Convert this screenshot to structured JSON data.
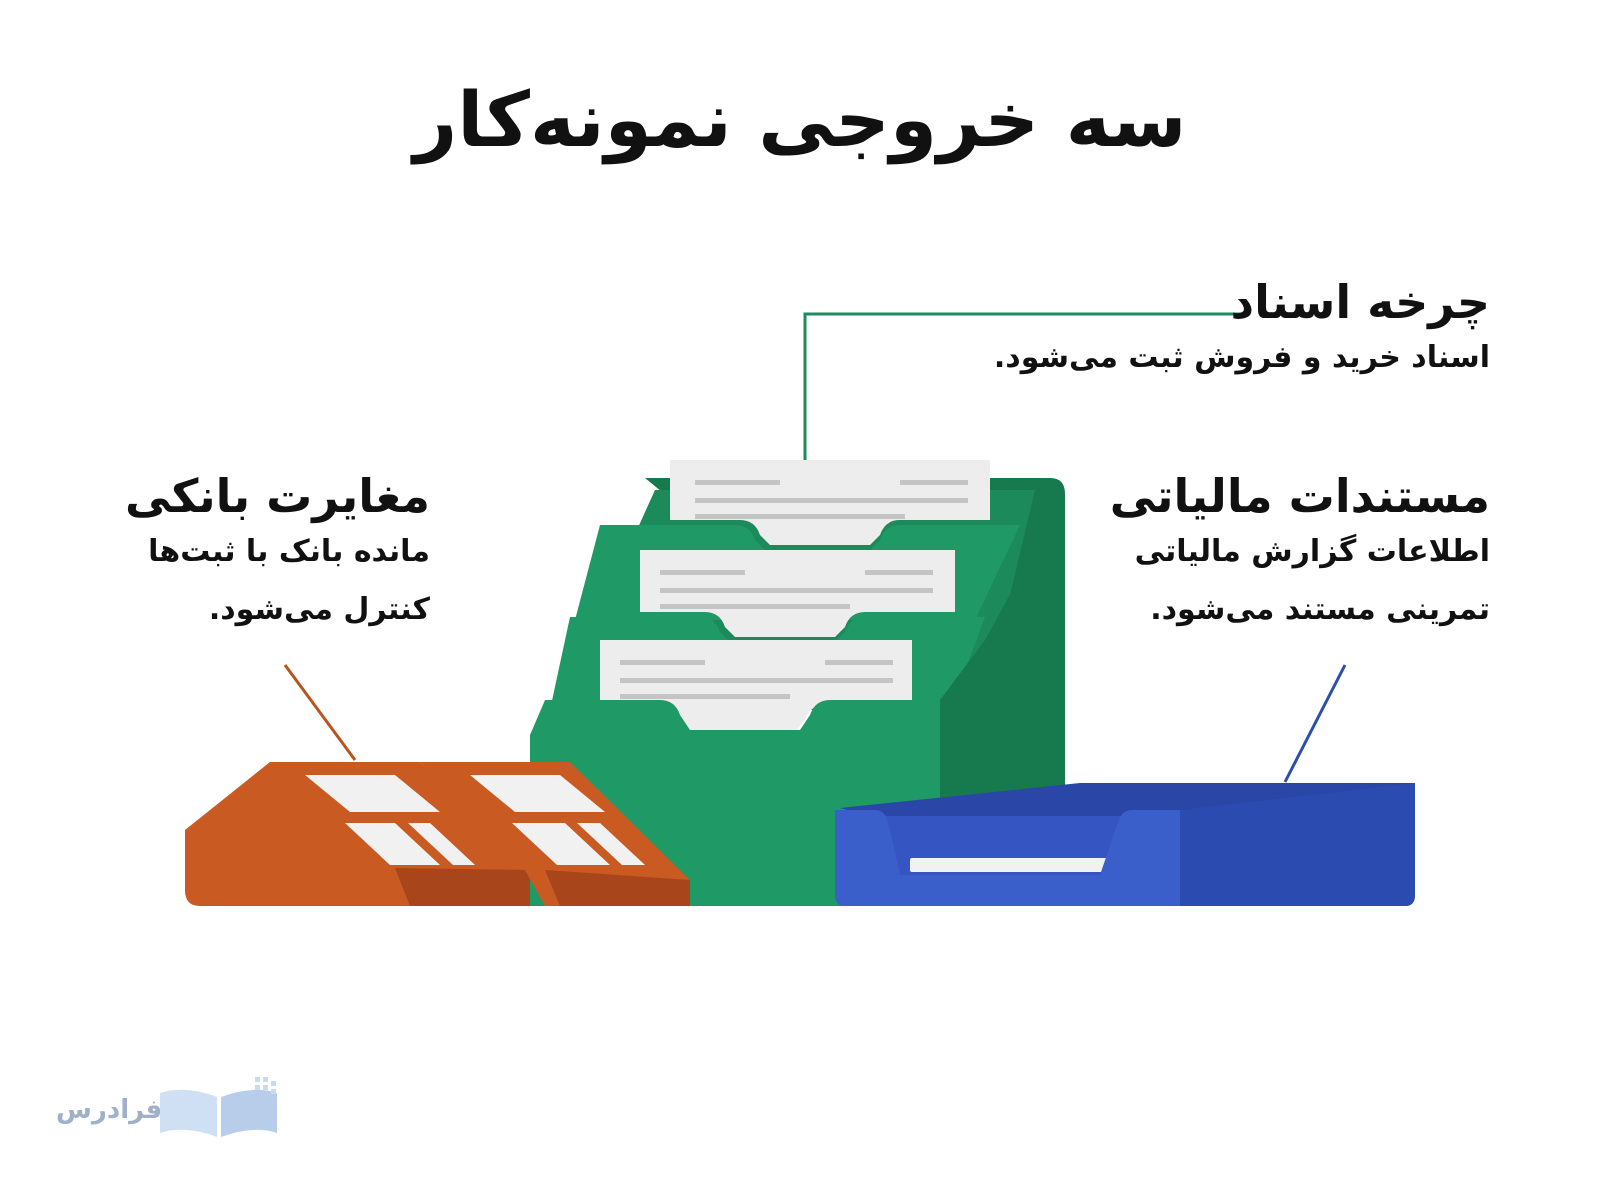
{
  "title": "سه خروجی نمونه‌کار",
  "callouts": {
    "doc_cycle": {
      "title": "چرخه اسناد",
      "lines": [
        "اسناد خرید و فروش ثبت می‌شود."
      ]
    },
    "tax_docs": {
      "title": "مستندات مالیاتی",
      "lines": [
        "اطلاعات گزارش مالیاتی",
        "تمرینی مستند می‌شود."
      ]
    },
    "bank": {
      "title": "مغایرت بانکی",
      "lines": [
        "مانده بانک با ثبت‌ها",
        "کنترل می‌شود."
      ]
    }
  },
  "colors": {
    "green_dark": "#177a4f",
    "green": "#1f9a66",
    "orange": "#c85a22",
    "orange_dark": "#a8451a",
    "blue": "#3a5fcb",
    "blue_dark": "#2a47a8",
    "paper": "#ededed",
    "paper_line": "#c4c4c4",
    "leader_green": "#1f8a5c",
    "leader_orange": "#b8541f",
    "leader_blue": "#2e4fa8"
  },
  "logo": {
    "text": "فرادرس",
    "icon": "book-icon"
  }
}
